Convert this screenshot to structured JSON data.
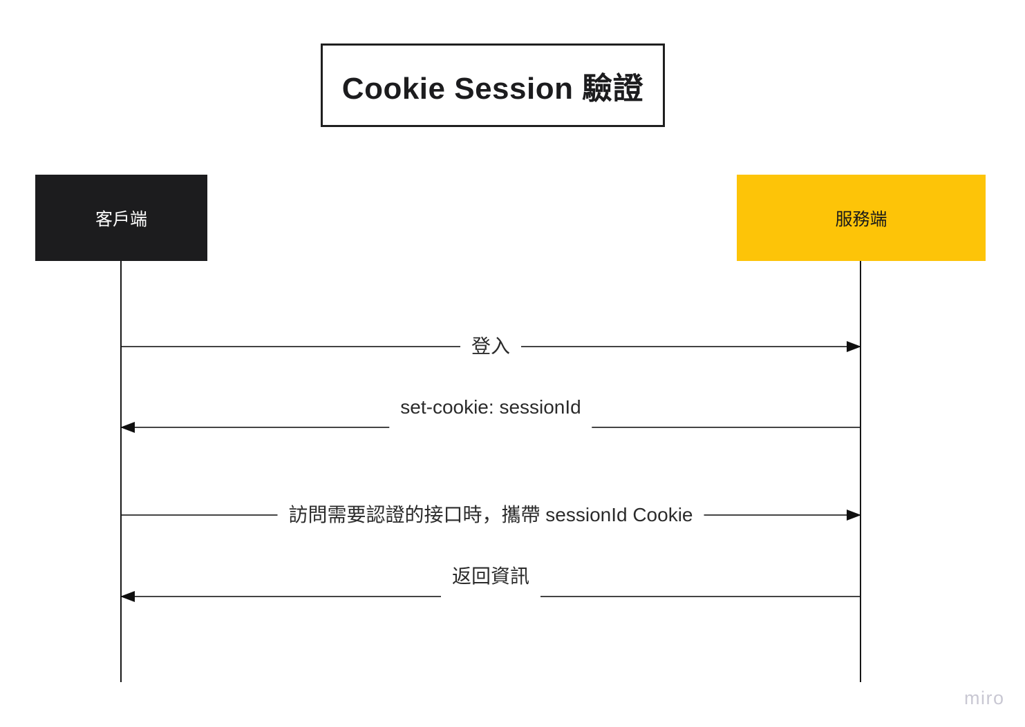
{
  "diagram": {
    "title": "Cookie Session 驗證",
    "actors": [
      {
        "id": "client",
        "label": "客戶端",
        "fill": "#1c1c1e",
        "text_color": "#ffffff"
      },
      {
        "id": "server",
        "label": "服務端",
        "fill": "#fdc408",
        "text_color": "#1a1a1a"
      }
    ],
    "messages": [
      {
        "label": "登入",
        "from": "client",
        "to": "server",
        "direction": "right",
        "label_position": "inline"
      },
      {
        "label": "set-cookie: sessionId",
        "from": "server",
        "to": "client",
        "direction": "left",
        "label_position": "above"
      },
      {
        "label": "訪問需要認證的接口時，攜帶 sessionId Cookie",
        "from": "client",
        "to": "server",
        "direction": "right",
        "label_position": "inline"
      },
      {
        "label": "返回資訊",
        "from": "server",
        "to": "client",
        "direction": "left",
        "label_position": "above"
      }
    ],
    "line_color": "#434343",
    "arrowhead_color": "#101010"
  },
  "watermark": {
    "label": "miro",
    "color": "#c9c8d3"
  }
}
